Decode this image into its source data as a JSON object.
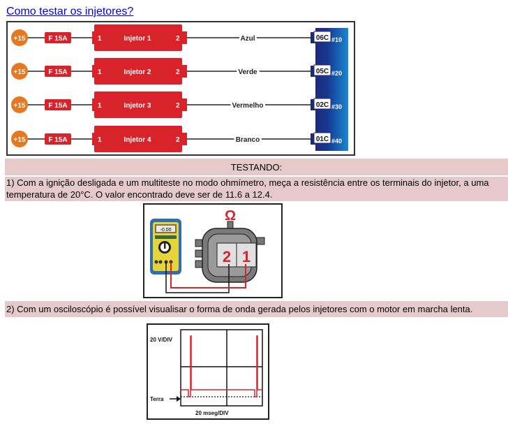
{
  "page": {
    "title_link": "Como testar os injetores?"
  },
  "wiring_diagram": {
    "rows": [
      {
        "supply": "+15",
        "fuse": "F 15A",
        "pin_in": "1",
        "injector": "Injetor 1",
        "pin_out": "2",
        "wire": "Azul",
        "ecu_pin": "06C",
        "ecu_ref": "#10"
      },
      {
        "supply": "+15",
        "fuse": "F 15A",
        "pin_in": "1",
        "injector": "Injetor 2",
        "pin_out": "2",
        "wire": "Verde",
        "ecu_pin": "05C",
        "ecu_ref": "#20"
      },
      {
        "supply": "+15",
        "fuse": "F 15A",
        "pin_in": "1",
        "injector": "Injetor 3",
        "pin_out": "2",
        "wire": "Vermelho",
        "ecu_pin": "02C",
        "ecu_ref": "#30"
      },
      {
        "supply": "+15",
        "fuse": "F 15A",
        "pin_in": "1",
        "injector": "Injetor 4",
        "pin_out": "2",
        "wire": "Branco",
        "ecu_pin": "01C",
        "ecu_ref": "#40"
      }
    ],
    "colors": {
      "supply": "#e87722",
      "injector": "#d9232a",
      "ecu_dark": "#1e2a78",
      "ecu_light": "#1a86d0"
    }
  },
  "sections": {
    "heading": "TESTANDO:",
    "step1": "1) Com a ignição desligada e um multiteste no modo ohmímetro, meça a resistência entre os terminais do injetor, a uma temperatura de 20°C. O valor encontrado deve ser de 11.6 a 12.4.",
    "step2": "2) Com um osciloscópio é possível visualisar o forma de onda gerada pelos injetores com o motor em marcha lenta."
  },
  "multimeter_figure": {
    "display": "-0.00",
    "symbol": "Ω",
    "terminal_left": "2",
    "terminal_right": "1"
  },
  "scope_figure": {
    "vertical_scale": "20 V/DIV",
    "horizontal_scale": "20 mseg/DIV",
    "ground_label": "Terra"
  },
  "band_color": "#e5c9cb"
}
